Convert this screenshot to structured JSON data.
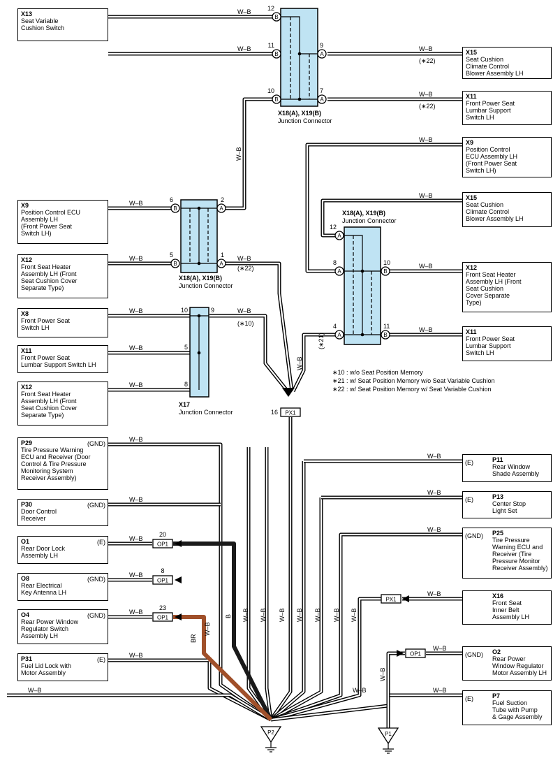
{
  "components": {
    "x13": {
      "code": "X13",
      "name": "Seat Variable\nCushion Switch"
    },
    "x15_top": {
      "code": "X15",
      "name": "Seat Cushion\nClimate Control\nBlower Assembly LH"
    },
    "x11_top": {
      "code": "X11",
      "name": "Front Power Seat\nLumbar Support\nSwitch LH"
    },
    "x9_right": {
      "code": "X9",
      "name": "Position Control\nECU Assembly LH\n(Front Power Seat\n Switch LH)"
    },
    "x15_mid": {
      "code": "X15",
      "name": "Seat Cushion\nClimate Control\nBlower Assembly LH"
    },
    "x12_right": {
      "code": "X12",
      "name": "Front Seat Heater\nAssembly LH (Front\nSeat Cushion\nCover Separate\nType)"
    },
    "x11_right": {
      "code": "X11",
      "name": "Front Power Seat\nLumbar Support\nSwitch LH"
    },
    "x9_left": {
      "code": "X9",
      "name": "Position Control ECU\nAssembly LH\n(Front Power Seat\n Switch LH)"
    },
    "x12_left": {
      "code": "X12",
      "name": "Front Seat Heater\nAssembly LH (Front\nSeat Cushion Cover\nSeparate Type)"
    },
    "x8": {
      "code": "X8",
      "name": "Front Power Seat\nSwitch LH"
    },
    "x11_left": {
      "code": "X11",
      "name": "Front Power Seat\nLumbar Support Switch LH"
    },
    "x12_left2": {
      "code": "X12",
      "name": "Front Seat Heater\nAssembly LH (Front\nSeat Cushion Cover\nSeparate Type)"
    },
    "p29": {
      "code": "P29",
      "name": "Tire Pressure Warning\nECU and Receiver (Door\nControl & Tire Pressure\nMonitoring System\nReceiver Assembly)",
      "gnd": "(GND)"
    },
    "p30": {
      "code": "P30",
      "name": "Door Control\nReceiver",
      "gnd": "(GND)"
    },
    "o1": {
      "code": "O1",
      "name": "Rear Door Lock\nAssembly LH",
      "gnd": "(E)"
    },
    "o8": {
      "code": "O8",
      "name": "Rear Electrical\nKey Antenna LH",
      "gnd": "(GND)"
    },
    "o4": {
      "code": "O4",
      "name": "Rear Power Window\nRegulator Switch\nAssembly LH",
      "gnd": "(GND)"
    },
    "p31": {
      "code": "P31",
      "name": "Fuel Lid Lock with\nMotor Assembly",
      "gnd": "(E)"
    },
    "p11": {
      "code": "P11",
      "name": "Rear Window\nShade Assembly",
      "gnd": "(E)"
    },
    "p13": {
      "code": "P13",
      "name": "Center Stop\nLight Set",
      "gnd": "(E)"
    },
    "p25": {
      "code": "P25",
      "name": "Tire Pressure\nWarning ECU and\nReceiver (Tire\nPressure Monitor\nReceiver Assembly)",
      "gnd": "(GND)"
    },
    "x16": {
      "code": "X16",
      "name": "Front Seat\nInner Belt\nAssembly LH"
    },
    "o2": {
      "code": "O2",
      "name": "Rear Power\nWindow Regulator\nMotor Assembly LH",
      "gnd": "(GND)"
    },
    "p7": {
      "code": "P7",
      "name": "Fuel Suction\nTube with Pump\n& Gage Assembly",
      "gnd": "(E)"
    }
  },
  "junctions": {
    "top": {
      "title": "X18(A), X19(B)",
      "subtitle": "Junction Connector"
    },
    "left": {
      "title": "X18(A), X19(B)",
      "subtitle": "Junction Connector"
    },
    "right": {
      "title": "X18(A), X19(B)",
      "subtitle": "Junction Connector"
    },
    "x17": {
      "title": "X17",
      "subtitle": "Junction Connector"
    }
  },
  "wire_color": "W–B",
  "wire_b": "B",
  "wire_br": "BR",
  "colors": {
    "junction_fill": "#bfe3f3",
    "wire_b": "#1a1a1a",
    "wire_br": "#a0502a"
  },
  "pins": [
    "12",
    "11",
    "10",
    "9",
    "7",
    "6",
    "5",
    "2",
    "1",
    "8",
    "10",
    "11",
    "9",
    "7",
    "12",
    "4",
    "10",
    "9",
    "5",
    "8",
    "16",
    "20",
    "8",
    "23"
  ],
  "connectors": {
    "px1": "PX1",
    "op1": "OP1",
    "p2": "P2",
    "p1": "P1"
  },
  "option_marks": {
    "m22a": "(∗22)",
    "m22b": "(∗22)",
    "m22c": "(∗22)",
    "m10": "(∗10)",
    "m21": "(∗21)"
  },
  "notes": [
    "∗10 : w/o Seat Position Memory",
    "∗21 : w/ Seat Position Memory w/o Seat Variable Cushion",
    "∗22 : w/ Seat Position Memory w/ Seat Variable Cushion"
  ]
}
